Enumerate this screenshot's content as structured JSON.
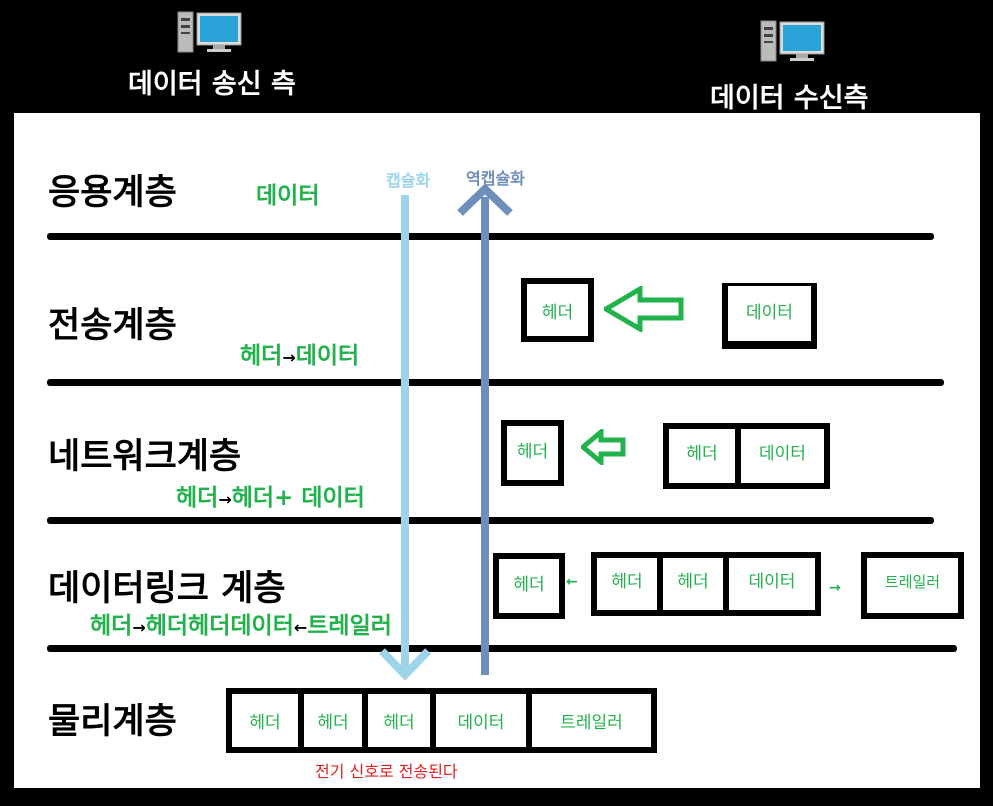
{
  "header": {
    "sender": "데이터 송신 측",
    "receiver": "데이터 수신측"
  },
  "icons": {
    "sender_icon": "computer-icon",
    "receiver_icon": "computer-icon"
  },
  "labels": {
    "encapsulation": "캡슐화",
    "decapsulation": "역캡슐화"
  },
  "layers": {
    "application": {
      "name": "응용계층",
      "data": "데이터"
    },
    "transport": {
      "name": "전송계층",
      "seg_a": "헤더",
      "seg_b": "데이터",
      "box_header": "헤더",
      "box_data": "데이터"
    },
    "network": {
      "name": "네트워크계층",
      "seg_a": "헤더",
      "seg_b": "헤더+ 데이터",
      "box_header": "헤더",
      "box_h": "헤더",
      "box_d": "데이터"
    },
    "datalink": {
      "name": "데이터링크 계층",
      "seg_a": "헤더",
      "seg_b": "헤더헤더데이터",
      "seg_c": "트레일러",
      "box_header": "헤더",
      "box_h1": "헤더",
      "box_h2": "헤더",
      "box_d": "데이터",
      "box_trailer": "트레일러"
    },
    "physical": {
      "name": "물리계층",
      "cells": [
        "헤더",
        "헤더",
        "헤더",
        "데이터",
        "트레일러"
      ],
      "signal": "전기 신호로 전송된다"
    }
  },
  "colors": {
    "encap_arrow": "#9dd4ea",
    "decap_arrow": "#6e8fbb",
    "accent_green": "#22b24c",
    "signal_red": "#e02020"
  }
}
